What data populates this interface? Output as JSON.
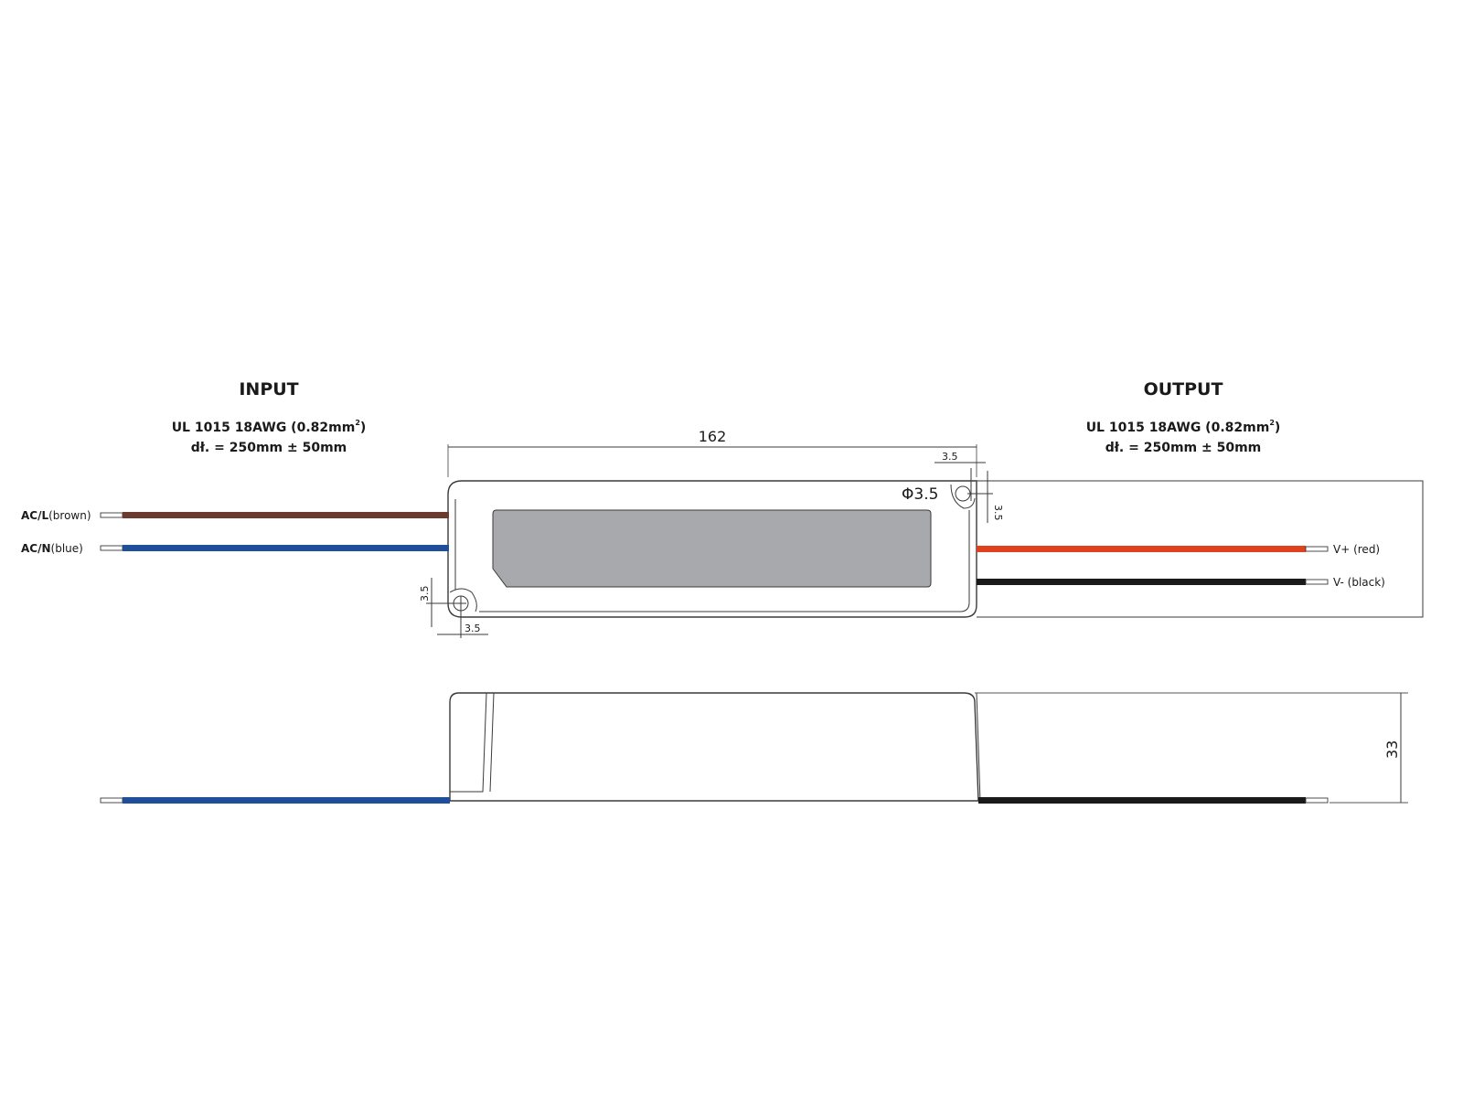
{
  "input": {
    "title": "INPUT",
    "cable_spec": "UL 1015 18AWG (0.82mm",
    "cable_spec_sup": "2",
    "cable_spec_end": ")",
    "length": "dł. = 250mm ± 50mm",
    "wires": [
      {
        "bold": "AC/L",
        "suffix": "(brown)",
        "color": "#6b3a2e"
      },
      {
        "bold": "AC/N",
        "suffix": "(blue)",
        "color": "#1f4f9a"
      }
    ]
  },
  "output": {
    "title": "OUTPUT",
    "cable_spec": "UL 1015 18AWG (0.82mm",
    "cable_spec_sup": "2",
    "cable_spec_end": ")",
    "length": "dł. = 250mm ± 50mm",
    "wires": [
      {
        "label": "V+ (red)",
        "color": "#e0401c"
      },
      {
        "label": "V- (black)",
        "color": "#1a1a1a"
      }
    ]
  },
  "dimensions": {
    "length": "162",
    "hole_diameter": "Φ3.5",
    "hole_offset": "3.5",
    "height": "33"
  },
  "colors": {
    "label_panel": "#a7a9ac",
    "wire_end": "#ffffff",
    "outline": "#3a3a3a"
  }
}
